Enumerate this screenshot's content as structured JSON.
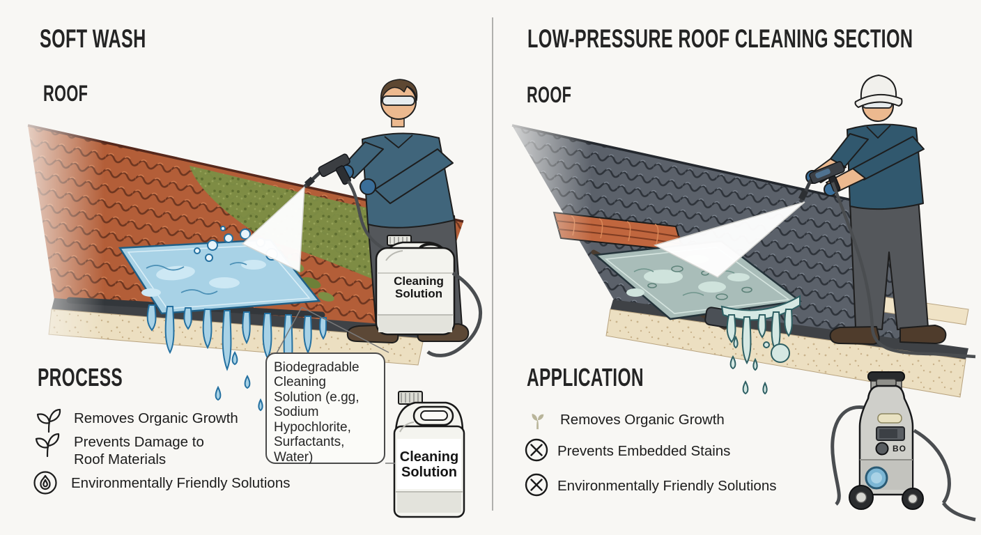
{
  "page": {
    "background": "#f8f7f4"
  },
  "left": {
    "title": "SOFT WASH",
    "roof_label": "ROOF",
    "section_title": "PROCESS",
    "items": [
      {
        "icon": "leaf-sprout-icon",
        "label": "Removes Organic Growth"
      },
      {
        "icon": "leaf-sprout-icon",
        "label": "Prevents Damage to Roof Materials"
      },
      {
        "icon": "flame-circle-icon",
        "label": "Environmentally Friendly Solutions"
      }
    ],
    "callout_text": "Biodegradable Cleaning Solution (e.gg, Sodium Hypochlorite, Surfactants, Water)",
    "sprayer_tank_label": "Cleaning Solution",
    "jug_label": "Cleaning Solution"
  },
  "right": {
    "title": "LOW-PRESSURE ROOF CLEANING SECTION",
    "roof_label": "ROOF",
    "section_title": "APPLICATION",
    "items": [
      {
        "icon": "sprout-icon",
        "label": "Removes Organic Growth"
      },
      {
        "icon": "circle-x-icon",
        "label": "Prevents Embedded Stains"
      },
      {
        "icon": "circle-x-icon",
        "label": "Environmentally Friendly Solutions"
      }
    ],
    "machine_label": "BO"
  },
  "colors": {
    "tile_left": "#b35e38",
    "moss": "#7c8e45",
    "water_left": "#a8d2e6",
    "tile_right": "#5b616a",
    "water_right": "#c9ded8",
    "terracotta_right": "#c0663e",
    "deck": "#ecdfc1",
    "heading_text": "#242424",
    "divider": "#a3a3a0"
  }
}
